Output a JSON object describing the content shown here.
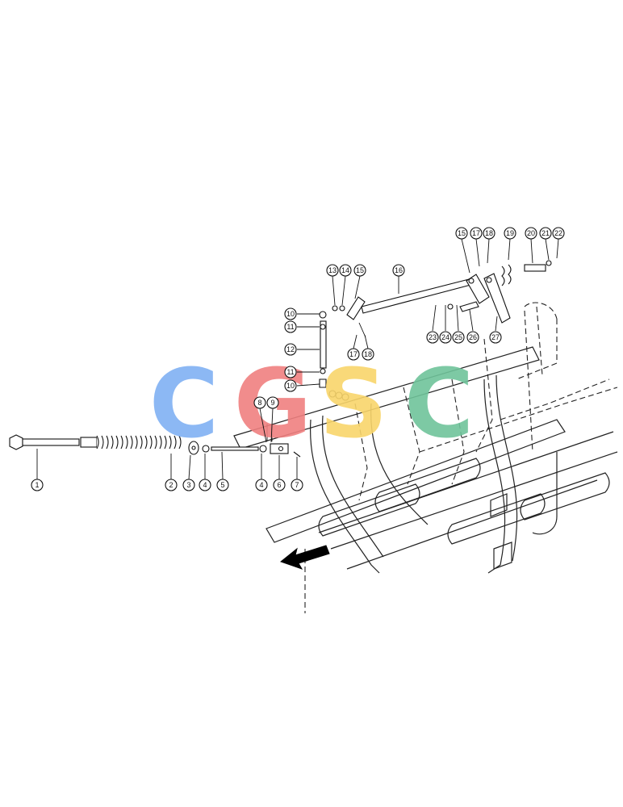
{
  "watermark": {
    "letters": [
      "C",
      "G",
      "S",
      "C"
    ],
    "colors": [
      "#7fb0f3",
      "#ef7f7f",
      "#f8d56a",
      "#6fc39a"
    ]
  },
  "callouts": {
    "1": "1",
    "2": "2",
    "3": "3",
    "4a": "4",
    "5": "5",
    "4b": "4",
    "6": "6",
    "7": "7",
    "8": "8",
    "9": "9",
    "10a": "10",
    "11a": "11",
    "12": "12",
    "11b": "11",
    "10b": "10",
    "13": "13",
    "14": "14",
    "15a": "15",
    "16": "16",
    "17a": "17",
    "18a": "18",
    "15b": "15",
    "17b": "17",
    "18b": "18",
    "19": "19",
    "20": "20",
    "21": "21",
    "22": "22",
    "23": "23",
    "24": "24",
    "25": "25",
    "26": "26",
    "27": "27"
  },
  "icons": {
    "direction": "arrow-left-down-icon"
  }
}
